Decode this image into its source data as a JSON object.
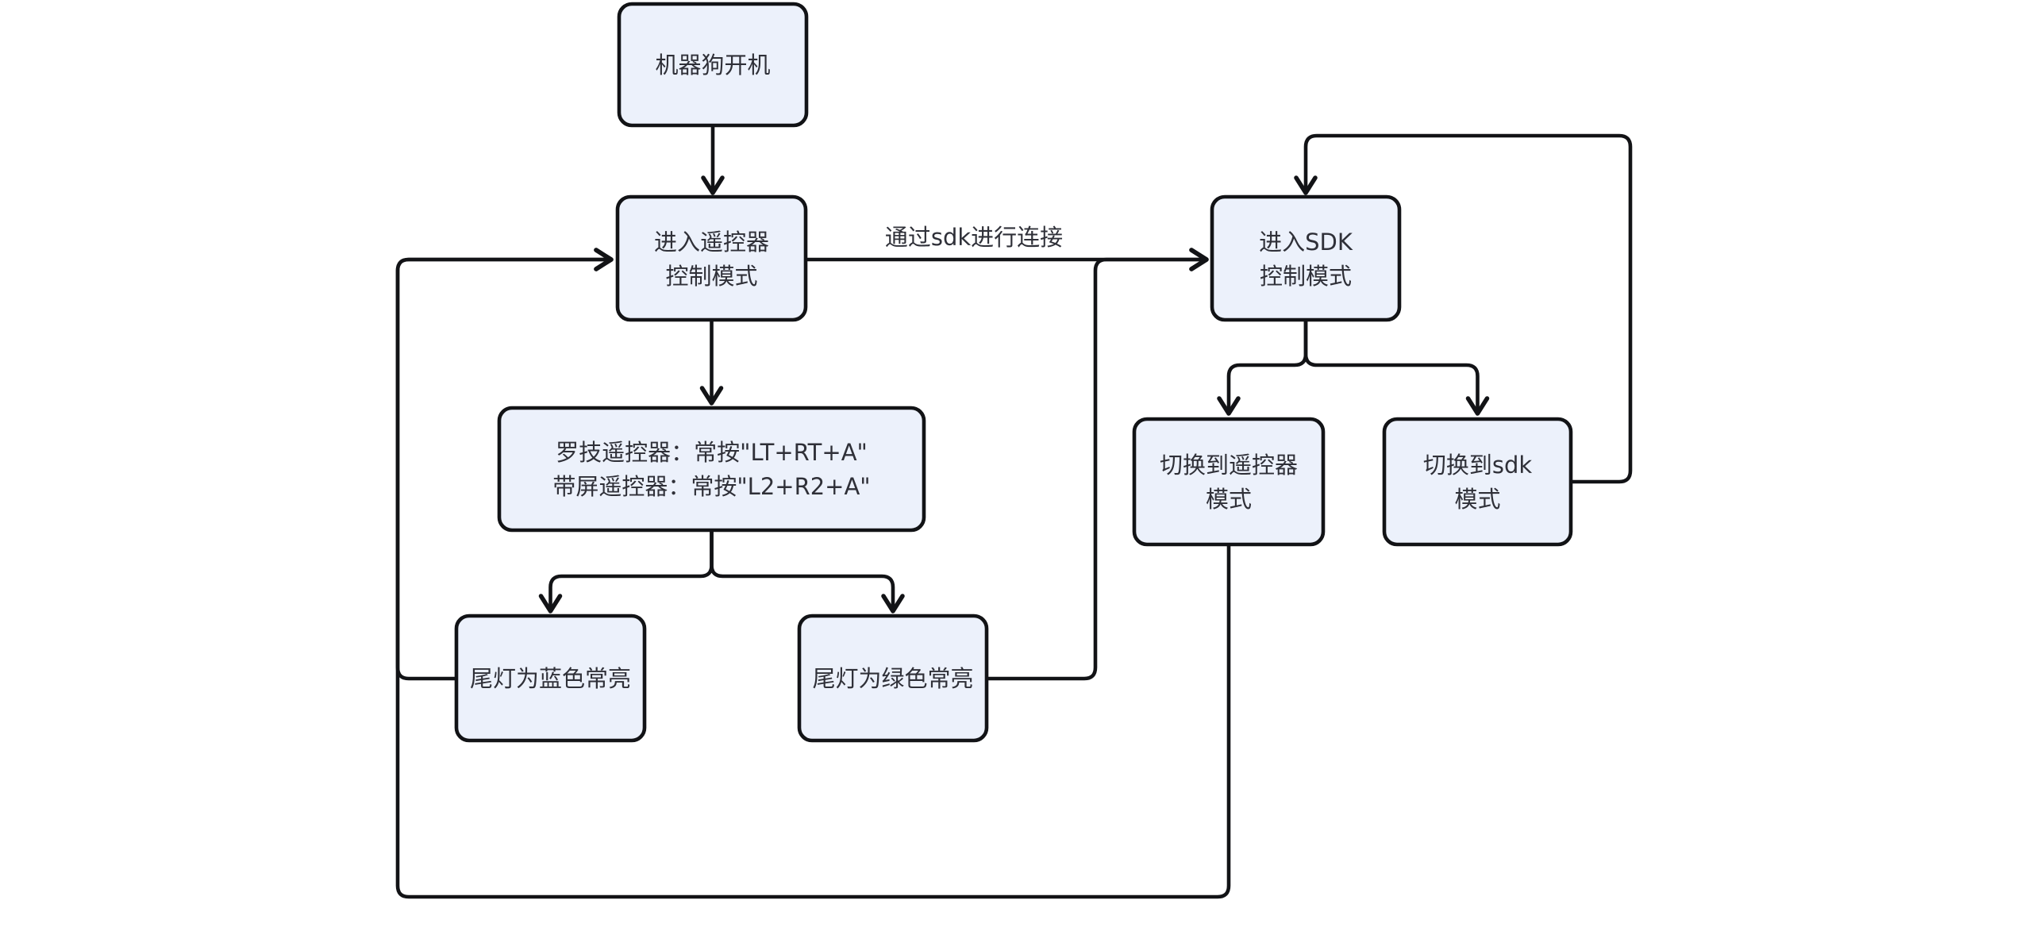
{
  "diagram": {
    "type": "flowchart",
    "direction": "top-down",
    "colors": {
      "background": "#ffffff",
      "node_fill": "#ecf1fb",
      "line_color": "#121316",
      "text_color": "#2f3038"
    },
    "nodes": {
      "power_on": {
        "text": "机器狗开机"
      },
      "remote_mode": {
        "line1": "进入遥控器",
        "line2": "控制模式"
      },
      "sdk_mode": {
        "line1": "进入SDK",
        "line2": "控制模式"
      },
      "controller_hint": {
        "line1": "罗技遥控器：常按\"LT+RT+A\"",
        "line2": "带屏遥控器：常按\"L2+R2+A\""
      },
      "tail_blue": {
        "text": "尾灯为蓝色常亮"
      },
      "tail_green": {
        "text": "尾灯为绿色常亮"
      },
      "switch_remote": {
        "line1": "切换到遥控器",
        "line2": "模式"
      },
      "switch_sdk": {
        "line1": "切换到sdk",
        "line2": "模式"
      }
    },
    "edges": [
      {
        "from": "power_on",
        "to": "remote_mode",
        "label": ""
      },
      {
        "from": "remote_mode",
        "to": "sdk_mode",
        "label": "通过sdk进行连接"
      },
      {
        "from": "remote_mode",
        "to": "controller_hint",
        "label": ""
      },
      {
        "from": "controller_hint",
        "to": "tail_blue",
        "label": ""
      },
      {
        "from": "controller_hint",
        "to": "tail_green",
        "label": ""
      },
      {
        "from": "tail_blue",
        "to": "remote_mode",
        "label": ""
      },
      {
        "from": "tail_green",
        "to": "sdk_mode",
        "label": ""
      },
      {
        "from": "sdk_mode",
        "to": "switch_remote",
        "label": ""
      },
      {
        "from": "sdk_mode",
        "to": "switch_sdk",
        "label": ""
      },
      {
        "from": "switch_remote",
        "to": "remote_mode",
        "label": ""
      },
      {
        "from": "switch_sdk",
        "to": "sdk_mode",
        "label": ""
      }
    ]
  }
}
